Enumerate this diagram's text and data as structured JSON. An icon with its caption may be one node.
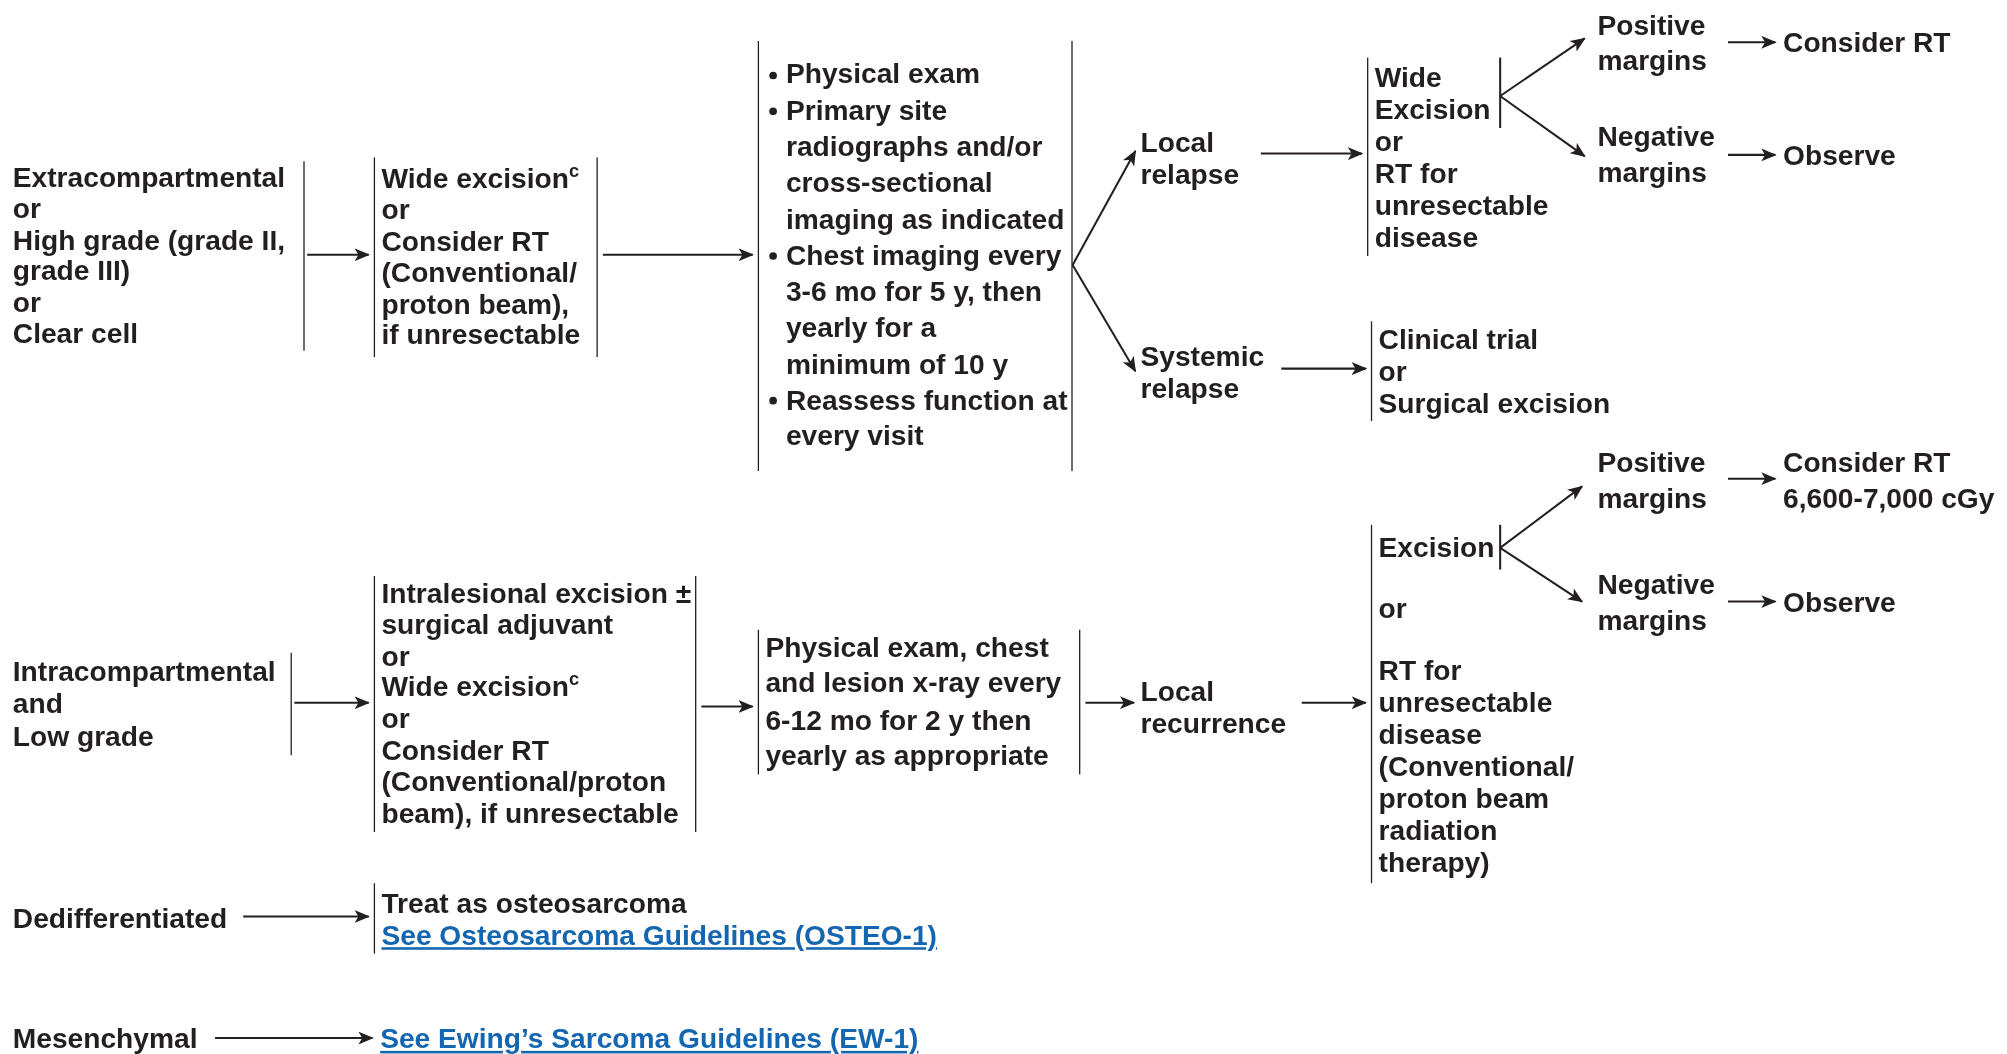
{
  "diagram": {
    "nodes": [
      {
        "text": [
          "Extracompartmental",
          "or",
          "High grade (grade II, grade III)",
          "or",
          "Clear cell"
        ]
      },
      {
        "text": [
          "Wide excision$^{c}$",
          "or",
          "Consider RT (Conventional/ proton beam), if unresectable"
        ]
      },
      {
        "text": [
          "Physical exam",
          "Primary site radiographs and/or cross-sectional imaging as indicated",
          "Chest imaging every 3-6 mo for 5 y, then yearly for a minimum of 10 y",
          "Reassess function at every visit"
        ]
      },
      {
        "text": [
          "Local relapse"
        ]
      },
      {
        "text": [
          "Systemic relapse"
        ]
      },
      {
        "text": [
          "Wide Excision",
          "or",
          "RT for unresectable disease"
        ]
      },
      {
        "text": [
          "Positive margins"
        ]
      },
      {
        "text": [
          "Negative margins"
        ]
      },
      {
        "text": [
          "Consider RT"
        ]
      },
      {
        "text": [
          "Observe"
        ]
      },
      {
        "text": [
          "Clinical trial",
          "or",
          "Surgical excision"
        ]
      },
      {
        "text": [
          "Intracompartmental",
          "and",
          "Low grade"
        ]
      },
      {
        "text": [
          "Intralesional excision ± surgical adjuvant",
          "or",
          "Wide excision$^{c}$",
          "or",
          "Consider RT (Conventional/proton beam), if unresectable"
        ]
      },
      {
        "text": [
          "Physical exam, chest and lesion x-ray every 6-12 mo for 2 y then yearly as appropriate"
        ]
      },
      {
        "text": [
          "Local recurrence"
        ]
      },
      {
        "text": [
          "Excision",
          "or",
          "RT for unresectable disease (Conventional/ proton beam radiation therapy)"
        ]
      },
      {
        "text": [
          "Positive margins"
        ]
      },
      {
        "text": [
          "Negative margins"
        ]
      },
      {
        "text": [
          "Consider RT 6,600-7,000 cGy"
        ]
      },
      {
        "text": [
          "Observe"
        ]
      },
      {
        "text": [
          "Dedifferentiated"
        ]
      },
      {
        "text": [
          "Treat as osteosarcoma",
          "See Osteosarcoma Guidelines (OSTEO-1)"
        ]
      },
      {
        "text": [
          "Mesenchymal"
        ]
      },
      {
        "text": [
          "See Ewing’s Sarcoma Guidelines (EW-1)"
        ]
      }
    ],
    "edges": [
      {
        "from": 0,
        "to": 1,
        "arrow": "to"
      },
      {
        "from": 1,
        "to": 2,
        "arrow": "to"
      },
      {
        "from": 2,
        "to": 3,
        "arrow": "to"
      },
      {
        "from": 2,
        "to": 4,
        "arrow": "to"
      },
      {
        "from": 3,
        "to": 5,
        "arrow": "to"
      },
      {
        "from": 4,
        "to": 10,
        "arrow": "to"
      },
      {
        "from": 5,
        "to": 6,
        "arrow": "to"
      },
      {
        "from": 5,
        "to": 7,
        "arrow": "to"
      },
      {
        "from": 6,
        "to": 8,
        "arrow": "to"
      },
      {
        "from": 7,
        "to": 9,
        "arrow": "to"
      },
      {
        "from": 11,
        "to": 12,
        "arrow": "to"
      },
      {
        "from": 12,
        "to": 13,
        "arrow": "to"
      },
      {
        "from": 13,
        "to": 14,
        "arrow": "to"
      },
      {
        "from": 14,
        "to": 15,
        "arrow": "to"
      },
      {
        "from": 15,
        "to": 16,
        "arrow": "to"
      },
      {
        "from": 15,
        "to": 17,
        "arrow": "to"
      },
      {
        "from": 16,
        "to": 18,
        "arrow": "to"
      },
      {
        "from": 17,
        "to": 19,
        "arrow": "to"
      },
      {
        "from": 20,
        "to": 21,
        "arrow": "to"
      },
      {
        "from": 22,
        "to": 23,
        "arrow": "to"
      }
    ]
  }
}
